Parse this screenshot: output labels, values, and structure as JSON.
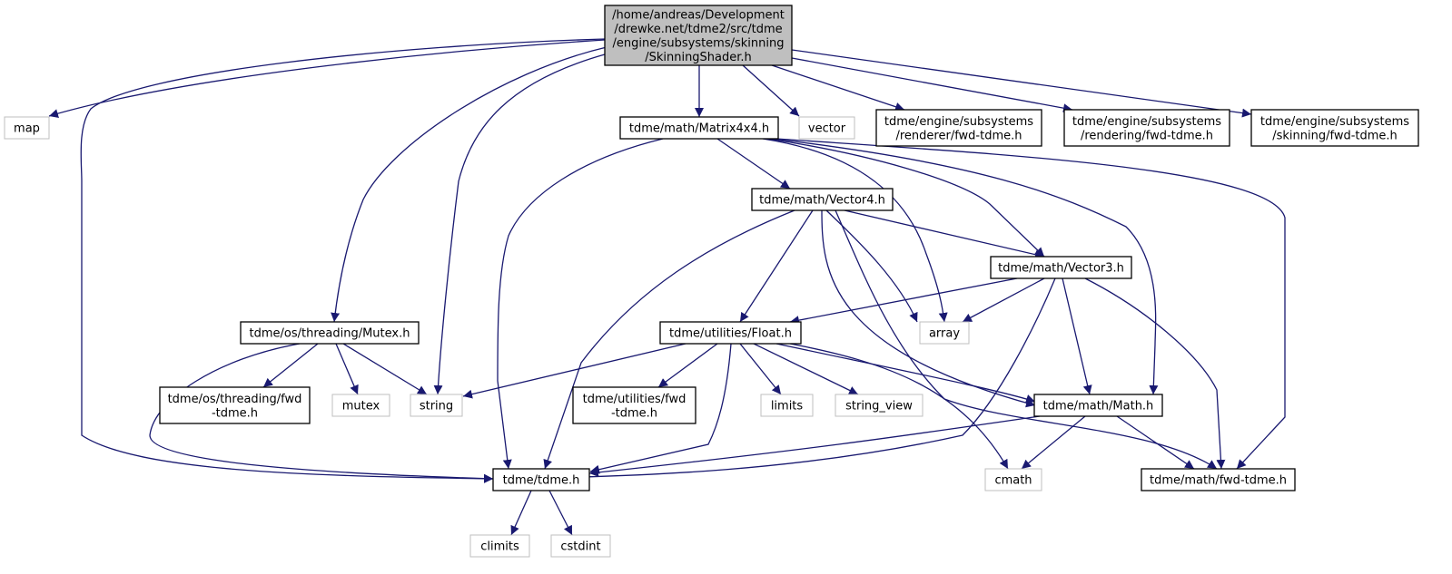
{
  "diagram": {
    "title": "",
    "colors": {
      "edge": "#191970",
      "root_fill": "#bfbfbf",
      "root_stroke": "#000000",
      "node_stroke": "#000000",
      "external_stroke": "#bfbfbf",
      "background": "#ffffff"
    },
    "nodes": [
      {
        "id": "root",
        "kind": "root",
        "lines": [
          "/home/andreas/Development",
          "/drewke.net/tdme2/src/tdme",
          "/engine/subsystems/skinning",
          "/SkinningShader.h"
        ]
      },
      {
        "id": "map",
        "kind": "external",
        "lines": [
          "map"
        ]
      },
      {
        "id": "matrix4x4",
        "kind": "internal",
        "lines": [
          "tdme/math/Matrix4x4.h"
        ]
      },
      {
        "id": "vector",
        "kind": "external",
        "lines": [
          "vector"
        ]
      },
      {
        "id": "renderer_fwd",
        "kind": "internal",
        "lines": [
          "tdme/engine/subsystems",
          "/renderer/fwd-tdme.h"
        ]
      },
      {
        "id": "rendering_fwd",
        "kind": "internal",
        "lines": [
          "tdme/engine/subsystems",
          "/rendering/fwd-tdme.h"
        ]
      },
      {
        "id": "skinning_fwd",
        "kind": "internal",
        "lines": [
          "tdme/engine/subsystems",
          "/skinning/fwd-tdme.h"
        ]
      },
      {
        "id": "vector4",
        "kind": "internal",
        "lines": [
          "tdme/math/Vector4.h"
        ]
      },
      {
        "id": "vector3",
        "kind": "internal",
        "lines": [
          "tdme/math/Vector3.h"
        ]
      },
      {
        "id": "mutex_h",
        "kind": "internal",
        "lines": [
          "tdme/os/threading/Mutex.h"
        ]
      },
      {
        "id": "float_h",
        "kind": "internal",
        "lines": [
          "tdme/utilities/Float.h"
        ]
      },
      {
        "id": "array",
        "kind": "external",
        "lines": [
          "array"
        ]
      },
      {
        "id": "threading_fwd",
        "kind": "internal",
        "lines": [
          "tdme/os/threading/fwd",
          "-tdme.h"
        ]
      },
      {
        "id": "mutex",
        "kind": "external",
        "lines": [
          "mutex"
        ]
      },
      {
        "id": "string",
        "kind": "external",
        "lines": [
          "string"
        ]
      },
      {
        "id": "utilities_fwd",
        "kind": "internal",
        "lines": [
          "tdme/utilities/fwd",
          "-tdme.h"
        ]
      },
      {
        "id": "limits",
        "kind": "external",
        "lines": [
          "limits"
        ]
      },
      {
        "id": "string_view",
        "kind": "external",
        "lines": [
          "string_view"
        ]
      },
      {
        "id": "math_h",
        "kind": "internal",
        "lines": [
          "tdme/math/Math.h"
        ]
      },
      {
        "id": "tdme_h",
        "kind": "internal",
        "lines": [
          "tdme/tdme.h"
        ]
      },
      {
        "id": "cmath",
        "kind": "external",
        "lines": [
          "cmath"
        ]
      },
      {
        "id": "math_fwd",
        "kind": "internal",
        "lines": [
          "tdme/math/fwd-tdme.h"
        ]
      },
      {
        "id": "climits",
        "kind": "external",
        "lines": [
          "climits"
        ]
      },
      {
        "id": "cstdint",
        "kind": "external",
        "lines": [
          "cstdint"
        ]
      }
    ],
    "edges": [
      {
        "from": "root",
        "to": "map"
      },
      {
        "from": "root",
        "to": "tdme_h"
      },
      {
        "from": "root",
        "to": "mutex_h"
      },
      {
        "from": "root",
        "to": "string"
      },
      {
        "from": "root",
        "to": "matrix4x4"
      },
      {
        "from": "root",
        "to": "vector"
      },
      {
        "from": "root",
        "to": "renderer_fwd"
      },
      {
        "from": "root",
        "to": "rendering_fwd"
      },
      {
        "from": "root",
        "to": "skinning_fwd"
      },
      {
        "from": "matrix4x4",
        "to": "tdme_h"
      },
      {
        "from": "matrix4x4",
        "to": "vector4"
      },
      {
        "from": "matrix4x4",
        "to": "array"
      },
      {
        "from": "matrix4x4",
        "to": "vector3"
      },
      {
        "from": "matrix4x4",
        "to": "math_h"
      },
      {
        "from": "matrix4x4",
        "to": "math_fwd"
      },
      {
        "from": "vector4",
        "to": "tdme_h"
      },
      {
        "from": "vector4",
        "to": "float_h"
      },
      {
        "from": "vector4",
        "to": "math_h"
      },
      {
        "from": "vector4",
        "to": "array"
      },
      {
        "from": "vector4",
        "to": "vector3"
      },
      {
        "from": "vector4",
        "to": "math_fwd"
      },
      {
        "from": "vector3",
        "to": "float_h"
      },
      {
        "from": "vector3",
        "to": "array"
      },
      {
        "from": "vector3",
        "to": "tdme_h"
      },
      {
        "from": "vector3",
        "to": "math_h"
      },
      {
        "from": "vector3",
        "to": "math_fwd"
      },
      {
        "from": "mutex_h",
        "to": "tdme_h"
      },
      {
        "from": "mutex_h",
        "to": "threading_fwd"
      },
      {
        "from": "mutex_h",
        "to": "mutex"
      },
      {
        "from": "mutex_h",
        "to": "string"
      },
      {
        "from": "float_h",
        "to": "string"
      },
      {
        "from": "float_h",
        "to": "utilities_fwd"
      },
      {
        "from": "float_h",
        "to": "tdme_h"
      },
      {
        "from": "float_h",
        "to": "limits"
      },
      {
        "from": "float_h",
        "to": "string_view"
      },
      {
        "from": "float_h",
        "to": "math_h"
      },
      {
        "from": "float_h",
        "to": "cmath"
      },
      {
        "from": "math_h",
        "to": "tdme_h"
      },
      {
        "from": "math_h",
        "to": "cmath"
      },
      {
        "from": "math_h",
        "to": "math_fwd"
      },
      {
        "from": "tdme_h",
        "to": "climits"
      },
      {
        "from": "tdme_h",
        "to": "cstdint"
      }
    ]
  }
}
